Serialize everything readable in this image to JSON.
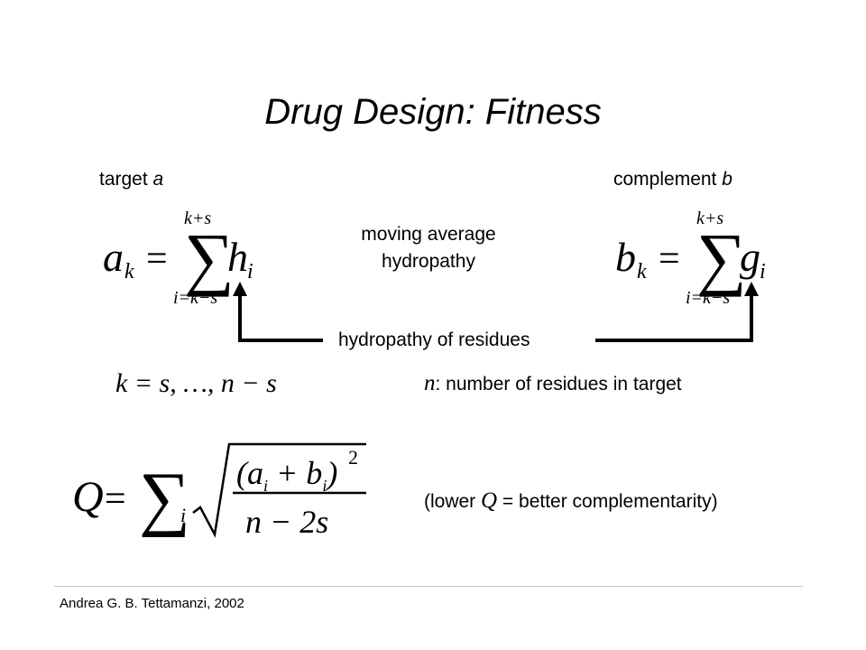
{
  "slide": {
    "title": "Drug Design: Fitness",
    "target_label": "target ",
    "target_var": "a",
    "complement_label": "complement ",
    "complement_var": "b",
    "moving_average_line1": "moving average",
    "moving_average_line2": "hydropathy",
    "hydropathy_residues": "hydropathy of residues",
    "k_range": "k = s, …, n − s",
    "n_var": "n",
    "n_description": ": number of residues in target",
    "q_note_open": "(lower ",
    "q_var": "Q",
    "q_note_rest": " = better complementarity)",
    "footer": "Andrea G. B. Tettamanzi, 2002"
  },
  "formulas": {
    "a_lhs": "a",
    "a_sub": "k",
    "a_eq": "=",
    "a_upper": "k+s",
    "a_lower": "i=k−s",
    "a_term": "h",
    "a_term_sub": "i",
    "b_lhs": "b",
    "b_sub": "k",
    "b_eq": "=",
    "b_upper": "k+s",
    "b_lower": "i=k−s",
    "b_term": "g",
    "b_term_sub": "i",
    "q_lhs": "Q",
    "q_eq": "=",
    "q_sum_sub": "i",
    "q_num_open": "(a",
    "q_num_a_sub": "i",
    "q_num_plus": " + b",
    "q_num_b_sub": "i",
    "q_num_close": ")",
    "q_num_exp": "2",
    "q_den": "n − 2s"
  }
}
